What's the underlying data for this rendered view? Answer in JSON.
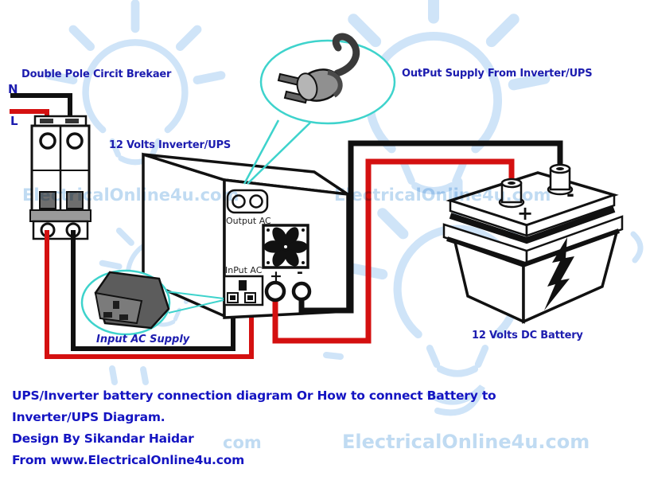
{
  "labels": {
    "breaker": "Double Pole Circit Brekaer",
    "neutral": "N",
    "live": "L",
    "inverter": "12 Volts Inverter/UPS",
    "output_supply": "OutPut Supply From Inverter/UPS",
    "output_ac": "Output AC",
    "input_ac": "InPut AC",
    "plus": "+",
    "minus": "-",
    "battery_plus": "+",
    "battery_minus": "-",
    "battery": "12 Volts DC Battery",
    "input_supply": "Input AC Supply"
  },
  "caption": {
    "line1": "UPS/Inverter battery connection diagram Or How to connect Battery to",
    "line2": "Inverter/UPS Diagram.",
    "line3": "Design By Sikandar Haidar",
    "line4": "From www.ElectricalOnline4u.com"
  },
  "watermarks": {
    "site": "ElectricalOnline4u.com",
    "fragment": "com"
  },
  "icons": {
    "plug_icon": "two-pin-power-plug",
    "connector_icon": "c13-input-connector",
    "fan_icon": "cooling-fan",
    "bolt_icon": "lightning-bolt",
    "bulb_icon": "lightbulb-watermark"
  },
  "colors": {
    "label_blue": "#1c1caf",
    "caption_blue": "#1414c2",
    "watermark_blue": "#bdd9f2",
    "bulb_blue": "#cfe4f8",
    "callout_cyan": "#3ed3cc",
    "wire_red": "#d41010",
    "wire_black": "#101010",
    "ink": "#111111",
    "gray_light": "#9a9a9a",
    "gray_mid": "#6e6e6e",
    "gray_dark": "#4a4a4a"
  }
}
